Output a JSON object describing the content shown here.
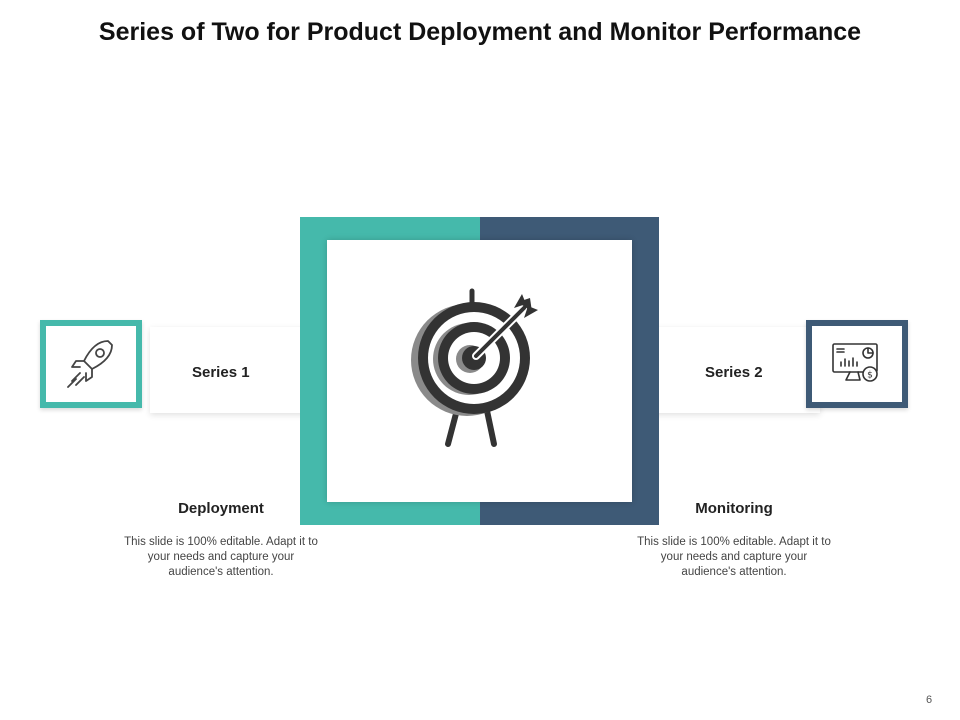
{
  "title": "Series of Two for Product Deployment and Monitor Performance",
  "colors": {
    "teal": "#45b9ab",
    "navy": "#3e5a76",
    "icon_dark": "#333333",
    "icon_mid": "#8a8a8a"
  },
  "center": {
    "icon": "target-with-arrow-icon"
  },
  "left": {
    "series_label": "Series 1",
    "icon": "rocket-icon",
    "heading": "Deployment",
    "description": "This slide is 100% editable. Adapt it to your needs and capture your audience's attention."
  },
  "right": {
    "series_label": "Series 2",
    "icon": "dashboard-monitor-icon",
    "heading": "Monitoring",
    "description": "This slide is 100% editable. Adapt it to your needs and capture your audience's attention."
  },
  "page_number": "6"
}
